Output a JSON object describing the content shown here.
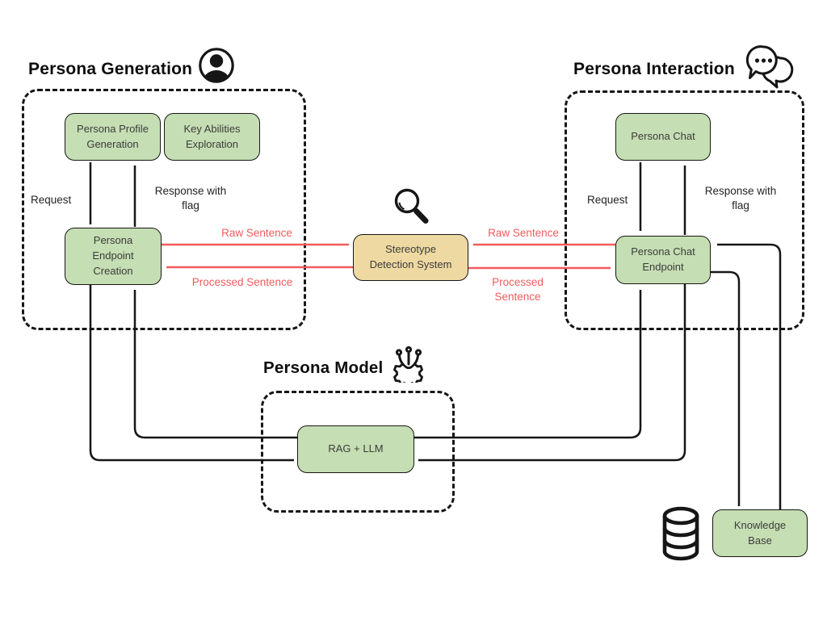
{
  "colors": {
    "box_green": "#c5deb3",
    "box_tan": "#eed9a2",
    "line_black": "#161616",
    "arrow_red": "#f25b5e",
    "text_dark": "#0d0d0d",
    "text_box": "#3c3c3c"
  },
  "sections": {
    "persona_generation": {
      "title": "Persona Generation",
      "icon": "user-icon",
      "boxes": {
        "profile_generation": "Persona Profile Generation",
        "key_abilities": "Key Abilities Exploration",
        "endpoint_creation": "Persona Endpoint Creation"
      },
      "labels": {
        "request": "Request",
        "response": "Response with flag"
      }
    },
    "persona_interaction": {
      "title": "Persona Interaction",
      "icon": "chat-bubbles-icon",
      "boxes": {
        "persona_chat": "Persona Chat",
        "chat_endpoint": "Persona Chat Endpoint"
      },
      "labels": {
        "request": "Request",
        "response": "Response with flag"
      }
    },
    "persona_model": {
      "title": "Persona Model",
      "icon": "ai-gear-icon",
      "boxes": {
        "rag_llm": "RAG + LLM"
      }
    },
    "detection": {
      "icon": "magnifier-icon",
      "box": "Stereotype Detection System",
      "labels": {
        "raw_left": "Raw Sentence",
        "processed_left": "Processed Sentence",
        "raw_right": "Raw Sentence",
        "processed_right": "Processed Sentence"
      }
    },
    "knowledge": {
      "icon": "database-icon",
      "box": "Knowledge Base"
    }
  }
}
